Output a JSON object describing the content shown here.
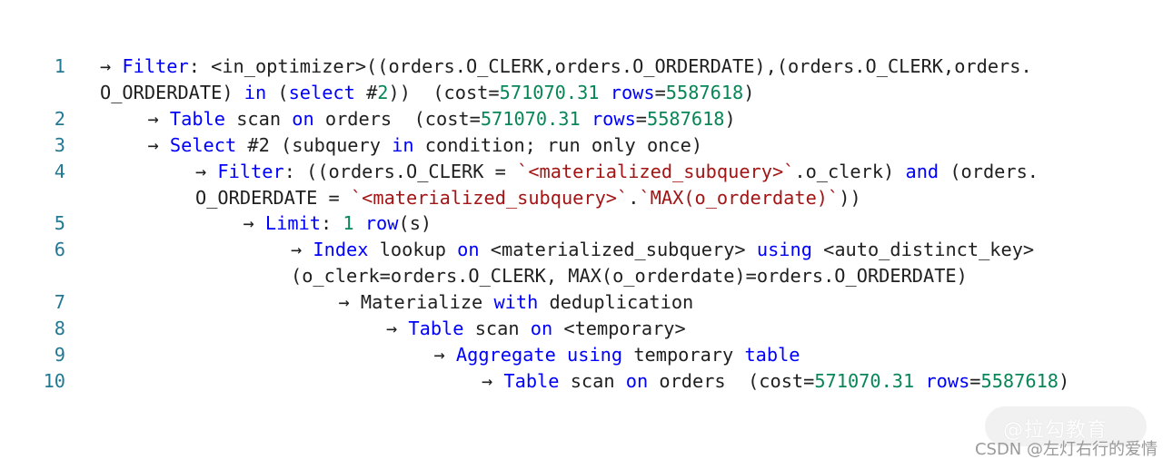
{
  "code_lines": [
    {
      "number": "1",
      "indent": 0,
      "rows": [
        [
          {
            "t": "→ ",
            "c": "pl"
          },
          {
            "t": "Filter",
            "c": "kw"
          },
          {
            "t": ": <in_optimizer>((orders.O_CLERK,orders.O_ORDERDATE),(orders.O_CLERK,orders.",
            "c": "pl"
          }
        ],
        [
          {
            "t": "O_ORDERDATE) ",
            "c": "pl"
          },
          {
            "t": "in",
            "c": "kw"
          },
          {
            "t": " (",
            "c": "pl"
          },
          {
            "t": "select",
            "c": "kw"
          },
          {
            "t": " #",
            "c": "pl"
          },
          {
            "t": "2",
            "c": "num"
          },
          {
            "t": "))  (cost=",
            "c": "pl"
          },
          {
            "t": "571070.31",
            "c": "num"
          },
          {
            "t": " ",
            "c": "pl"
          },
          {
            "t": "rows",
            "c": "kw"
          },
          {
            "t": "=",
            "c": "pl"
          },
          {
            "t": "5587618",
            "c": "num"
          },
          {
            "t": ")",
            "c": "pl"
          }
        ]
      ]
    },
    {
      "number": "2",
      "indent": 1,
      "rows": [
        [
          {
            "t": "→ ",
            "c": "pl"
          },
          {
            "t": "Table",
            "c": "kw"
          },
          {
            "t": " scan ",
            "c": "pl"
          },
          {
            "t": "on",
            "c": "kw"
          },
          {
            "t": " orders  (cost=",
            "c": "pl"
          },
          {
            "t": "571070.31",
            "c": "num"
          },
          {
            "t": " ",
            "c": "pl"
          },
          {
            "t": "rows",
            "c": "kw"
          },
          {
            "t": "=",
            "c": "pl"
          },
          {
            "t": "5587618",
            "c": "num"
          },
          {
            "t": ")",
            "c": "pl"
          }
        ]
      ]
    },
    {
      "number": "3",
      "indent": 1,
      "rows": [
        [
          {
            "t": "→ ",
            "c": "pl"
          },
          {
            "t": "Select",
            "c": "kw"
          },
          {
            "t": " #2 (subquery ",
            "c": "pl"
          },
          {
            "t": "in",
            "c": "kw"
          },
          {
            "t": " condition; run only once)",
            "c": "pl"
          }
        ]
      ]
    },
    {
      "number": "4",
      "indent": 2,
      "rows": [
        [
          {
            "t": "→ ",
            "c": "pl"
          },
          {
            "t": "Filter",
            "c": "kw"
          },
          {
            "t": ": ((orders.O_CLERK = ",
            "c": "pl"
          },
          {
            "t": "`<materialized_subquery>`",
            "c": "str"
          },
          {
            "t": ".o_clerk) ",
            "c": "pl"
          },
          {
            "t": "and",
            "c": "kw"
          },
          {
            "t": " (orders.",
            "c": "pl"
          }
        ],
        [
          {
            "t": "O_ORDERDATE = ",
            "c": "pl"
          },
          {
            "t": "`<materialized_subquery>`",
            "c": "str"
          },
          {
            "t": ".",
            "c": "pl"
          },
          {
            "t": "`MAX(o_orderdate)`",
            "c": "str"
          },
          {
            "t": "))",
            "c": "pl"
          }
        ]
      ]
    },
    {
      "number": "5",
      "indent": 3,
      "rows": [
        [
          {
            "t": "→ ",
            "c": "pl"
          },
          {
            "t": "Limit",
            "c": "kw"
          },
          {
            "t": ": ",
            "c": "pl"
          },
          {
            "t": "1",
            "c": "num"
          },
          {
            "t": " ",
            "c": "pl"
          },
          {
            "t": "row",
            "c": "kw"
          },
          {
            "t": "(s)",
            "c": "pl"
          }
        ]
      ]
    },
    {
      "number": "6",
      "indent": 4,
      "rows": [
        [
          {
            "t": "→ ",
            "c": "pl"
          },
          {
            "t": "Index",
            "c": "kw"
          },
          {
            "t": " lookup ",
            "c": "pl"
          },
          {
            "t": "on",
            "c": "kw"
          },
          {
            "t": " <materialized_subquery> ",
            "c": "pl"
          },
          {
            "t": "using",
            "c": "kw"
          },
          {
            "t": " <auto_distinct_key>",
            "c": "pl"
          }
        ],
        [
          {
            "t": "(o_clerk=orders.O_CLERK, MAX(o_orderdate)=orders.O_ORDERDATE)",
            "c": "pl"
          }
        ]
      ]
    },
    {
      "number": "7",
      "indent": 5,
      "rows": [
        [
          {
            "t": "→ Materialize ",
            "c": "pl"
          },
          {
            "t": "with",
            "c": "kw"
          },
          {
            "t": " deduplication",
            "c": "pl"
          }
        ]
      ]
    },
    {
      "number": "8",
      "indent": 6,
      "rows": [
        [
          {
            "t": "→ ",
            "c": "pl"
          },
          {
            "t": "Table",
            "c": "kw"
          },
          {
            "t": " scan ",
            "c": "pl"
          },
          {
            "t": "on",
            "c": "kw"
          },
          {
            "t": " <temporary>",
            "c": "pl"
          }
        ]
      ]
    },
    {
      "number": "9",
      "indent": 7,
      "rows": [
        [
          {
            "t": "→ ",
            "c": "pl"
          },
          {
            "t": "Aggregate",
            "c": "kw"
          },
          {
            "t": " ",
            "c": "pl"
          },
          {
            "t": "using",
            "c": "kw"
          },
          {
            "t": " temporary ",
            "c": "pl"
          },
          {
            "t": "table",
            "c": "kw"
          }
        ]
      ]
    },
    {
      "number": "10",
      "indent": 8,
      "rows": [
        [
          {
            "t": "→ ",
            "c": "pl"
          },
          {
            "t": "Table",
            "c": "kw"
          },
          {
            "t": " scan ",
            "c": "pl"
          },
          {
            "t": "on",
            "c": "kw"
          },
          {
            "t": " orders  (cost=",
            "c": "pl"
          },
          {
            "t": "571070.31",
            "c": "num"
          },
          {
            "t": " ",
            "c": "pl"
          },
          {
            "t": "rows",
            "c": "kw"
          },
          {
            "t": "=",
            "c": "pl"
          },
          {
            "t": "5587618",
            "c": "num"
          },
          {
            "t": ")",
            "c": "pl"
          }
        ]
      ]
    }
  ],
  "colors": {
    "keyword": "#0000ff",
    "number": "#098658",
    "string": "#a31515",
    "plain": "#1f1f1f",
    "line_number": "#237893"
  },
  "watermark": {
    "logo_text": "@拉勾教育",
    "csdn_text": "CSDN @左灯右行的爱情"
  }
}
